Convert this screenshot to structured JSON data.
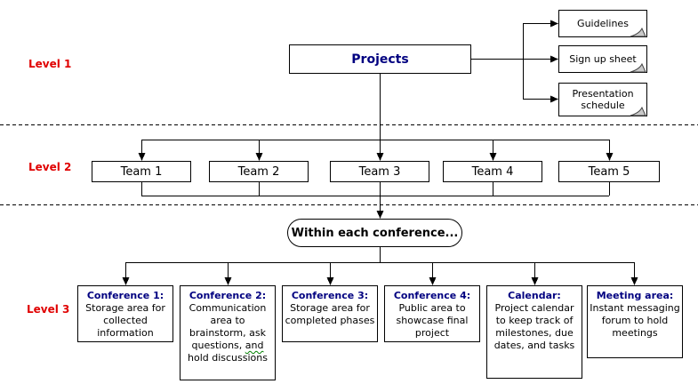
{
  "diagram": {
    "levels": [
      {
        "label": "Level 1"
      },
      {
        "label": "Level 2"
      },
      {
        "label": "Level 3"
      }
    ],
    "root": {
      "label": "Projects"
    },
    "documents": [
      {
        "label": "Guidelines"
      },
      {
        "label": "Sign up sheet"
      },
      {
        "label": "Presentation schedule"
      }
    ],
    "teams": [
      {
        "label": "Team 1"
      },
      {
        "label": "Team 2"
      },
      {
        "label": "Team 3"
      },
      {
        "label": "Team 4"
      },
      {
        "label": "Team 5"
      }
    ],
    "conference_note": {
      "label": "Within each conference..."
    },
    "areas": [
      {
        "title": "Conference 1:",
        "body": "Storage area for collected information"
      },
      {
        "title": "Conference 2:",
        "body_before": "Communication area to brainstorm, ask questions, ",
        "body_flagged": "and",
        "body_after": " hold discussions"
      },
      {
        "title": "Conference 3:",
        "body": "Storage area for completed phases"
      },
      {
        "title": "Conference 4:",
        "body": "Public area to showcase final project"
      },
      {
        "title": "Calendar:",
        "body": "Project calendar to keep track of milestones, due dates, and tasks"
      },
      {
        "title": "Meeting area:",
        "body": "Instant messaging forum to hold meetings"
      }
    ],
    "colors": {
      "level_label_red": "#e00000",
      "heading_navy": "#000080",
      "body_text": "#000000",
      "connector_line": "#000000",
      "spellcheck_green": "#008000",
      "document_fold_gray": "#c9c9c9"
    }
  }
}
